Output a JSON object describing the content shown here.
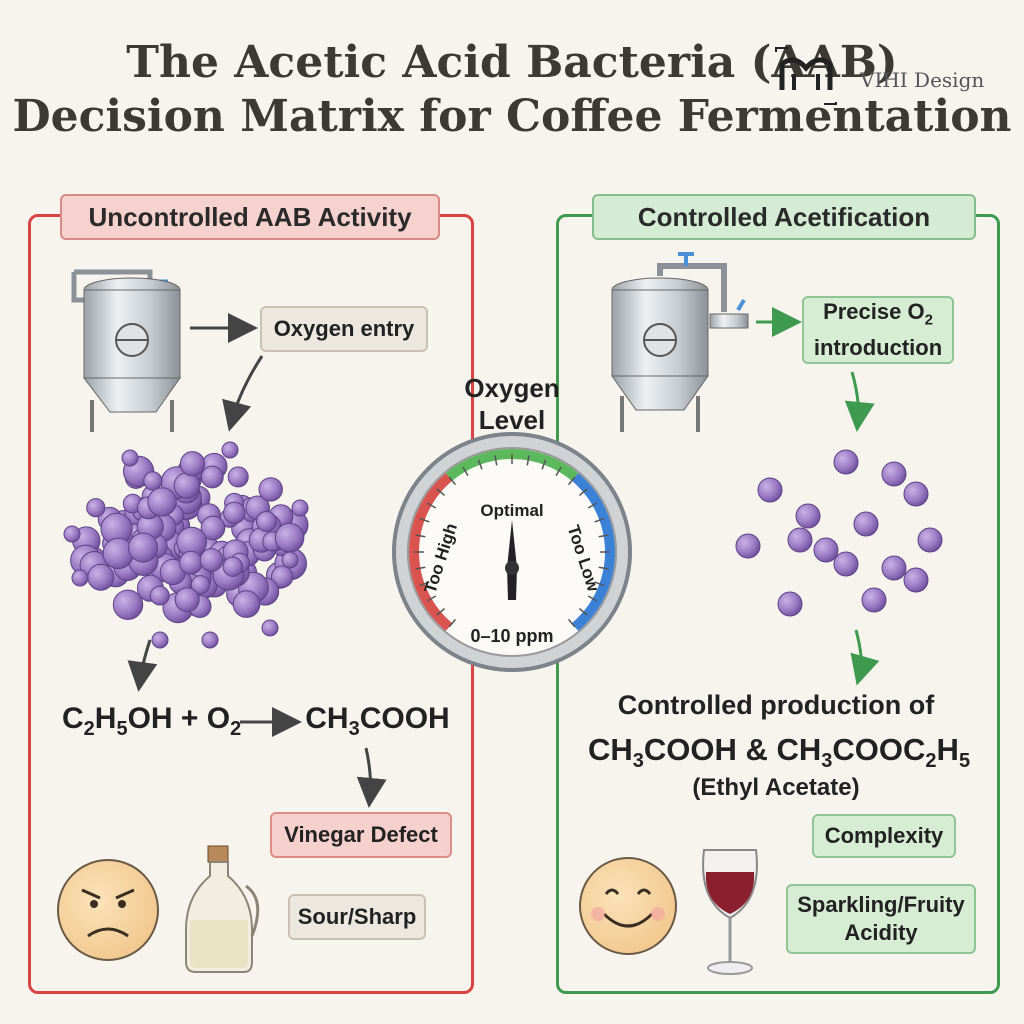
{
  "title": {
    "line1": "The Acetic Acid Bacteria (AAB)",
    "line2": "Decision Matrix for Coffee Fermentation"
  },
  "watermark": {
    "text": "VIHI Design"
  },
  "left_panel": {
    "heading": "Uncontrolled AAB Activity",
    "oxygen_box": "Oxygen entry",
    "formula": {
      "a": "C",
      "b": "2",
      "c": "H",
      "d": "5",
      "e": "OH + O",
      "f": "2",
      "g": "CH",
      "h": "3",
      "i": "COOH"
    },
    "defect_box": "Vinegar Defect",
    "taste_box": "Sour/Sharp",
    "icons": [
      "fermentation-tank-icon",
      "bacteria-cluster-icon",
      "frowning-face-icon",
      "vinegar-bottle-icon"
    ]
  },
  "right_panel": {
    "heading": "Controlled Acetification",
    "oxygen_box_line1": "Precise O",
    "oxygen_box_sub": "2",
    "oxygen_box_line2": "introduction",
    "production_title": "Controlled production of",
    "formula": {
      "a": "CH",
      "b": "3",
      "c": "COOH & CH",
      "d": "3",
      "e": "COOC",
      "f": "2",
      "g": "H",
      "h": "5"
    },
    "formula_name": "(Ethyl Acetate)",
    "complexity_box": "Complexity",
    "acidity_box_line1": "Sparkling/Fruity",
    "acidity_box_line2": "Acidity",
    "icons": [
      "fermentation-tank-icon",
      "bacteria-sparse-icon",
      "smiling-face-icon",
      "wine-glass-icon"
    ]
  },
  "gauge": {
    "label_line1": "Oxygen",
    "label_line2": "Level",
    "zone_high": "Too High",
    "zone_optimal": "Optimal",
    "zone_low": "Too Low",
    "range": "0–10 ppm",
    "needle_fraction": 0.5,
    "colors": {
      "high": "#d9534f",
      "optimal": "#5cb85c",
      "low": "#3b82d6"
    }
  },
  "colors": {
    "red": "#d64541",
    "green": "#3e9a4f",
    "bacteria": "#9b7bc4"
  }
}
